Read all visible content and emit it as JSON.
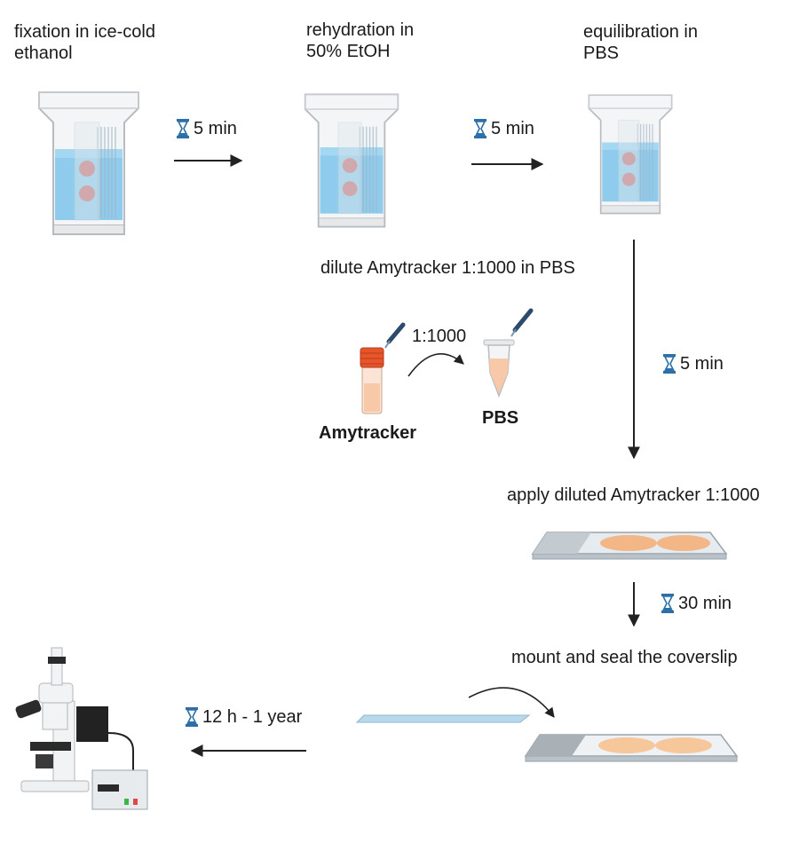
{
  "steps": {
    "fixation": [
      "fixation in ice-cold",
      "ethanol"
    ],
    "rehydration": [
      "rehydration in",
      "50% EtOH"
    ],
    "equilibration": [
      "equilibration in",
      "PBS"
    ],
    "dilute": "dilute Amytracker 1:1000 in PBS",
    "apply": "apply diluted Amytracker 1:1000",
    "mount": "mount and seal the coverslip"
  },
  "timers": {
    "t1": "5 min",
    "t2": "5 min",
    "t3": "5 min",
    "t4": "30 min",
    "t5": "12 h - 1 year"
  },
  "dilution": {
    "ratio": "1:1000",
    "source": "Amytracker",
    "target": "PBS"
  },
  "colors": {
    "water": "#7cc3ea",
    "arrow": "#222222",
    "hourglass": "#2d6fa8",
    "vial_cap": "#e8552a",
    "tissue": "#f4b07a"
  }
}
